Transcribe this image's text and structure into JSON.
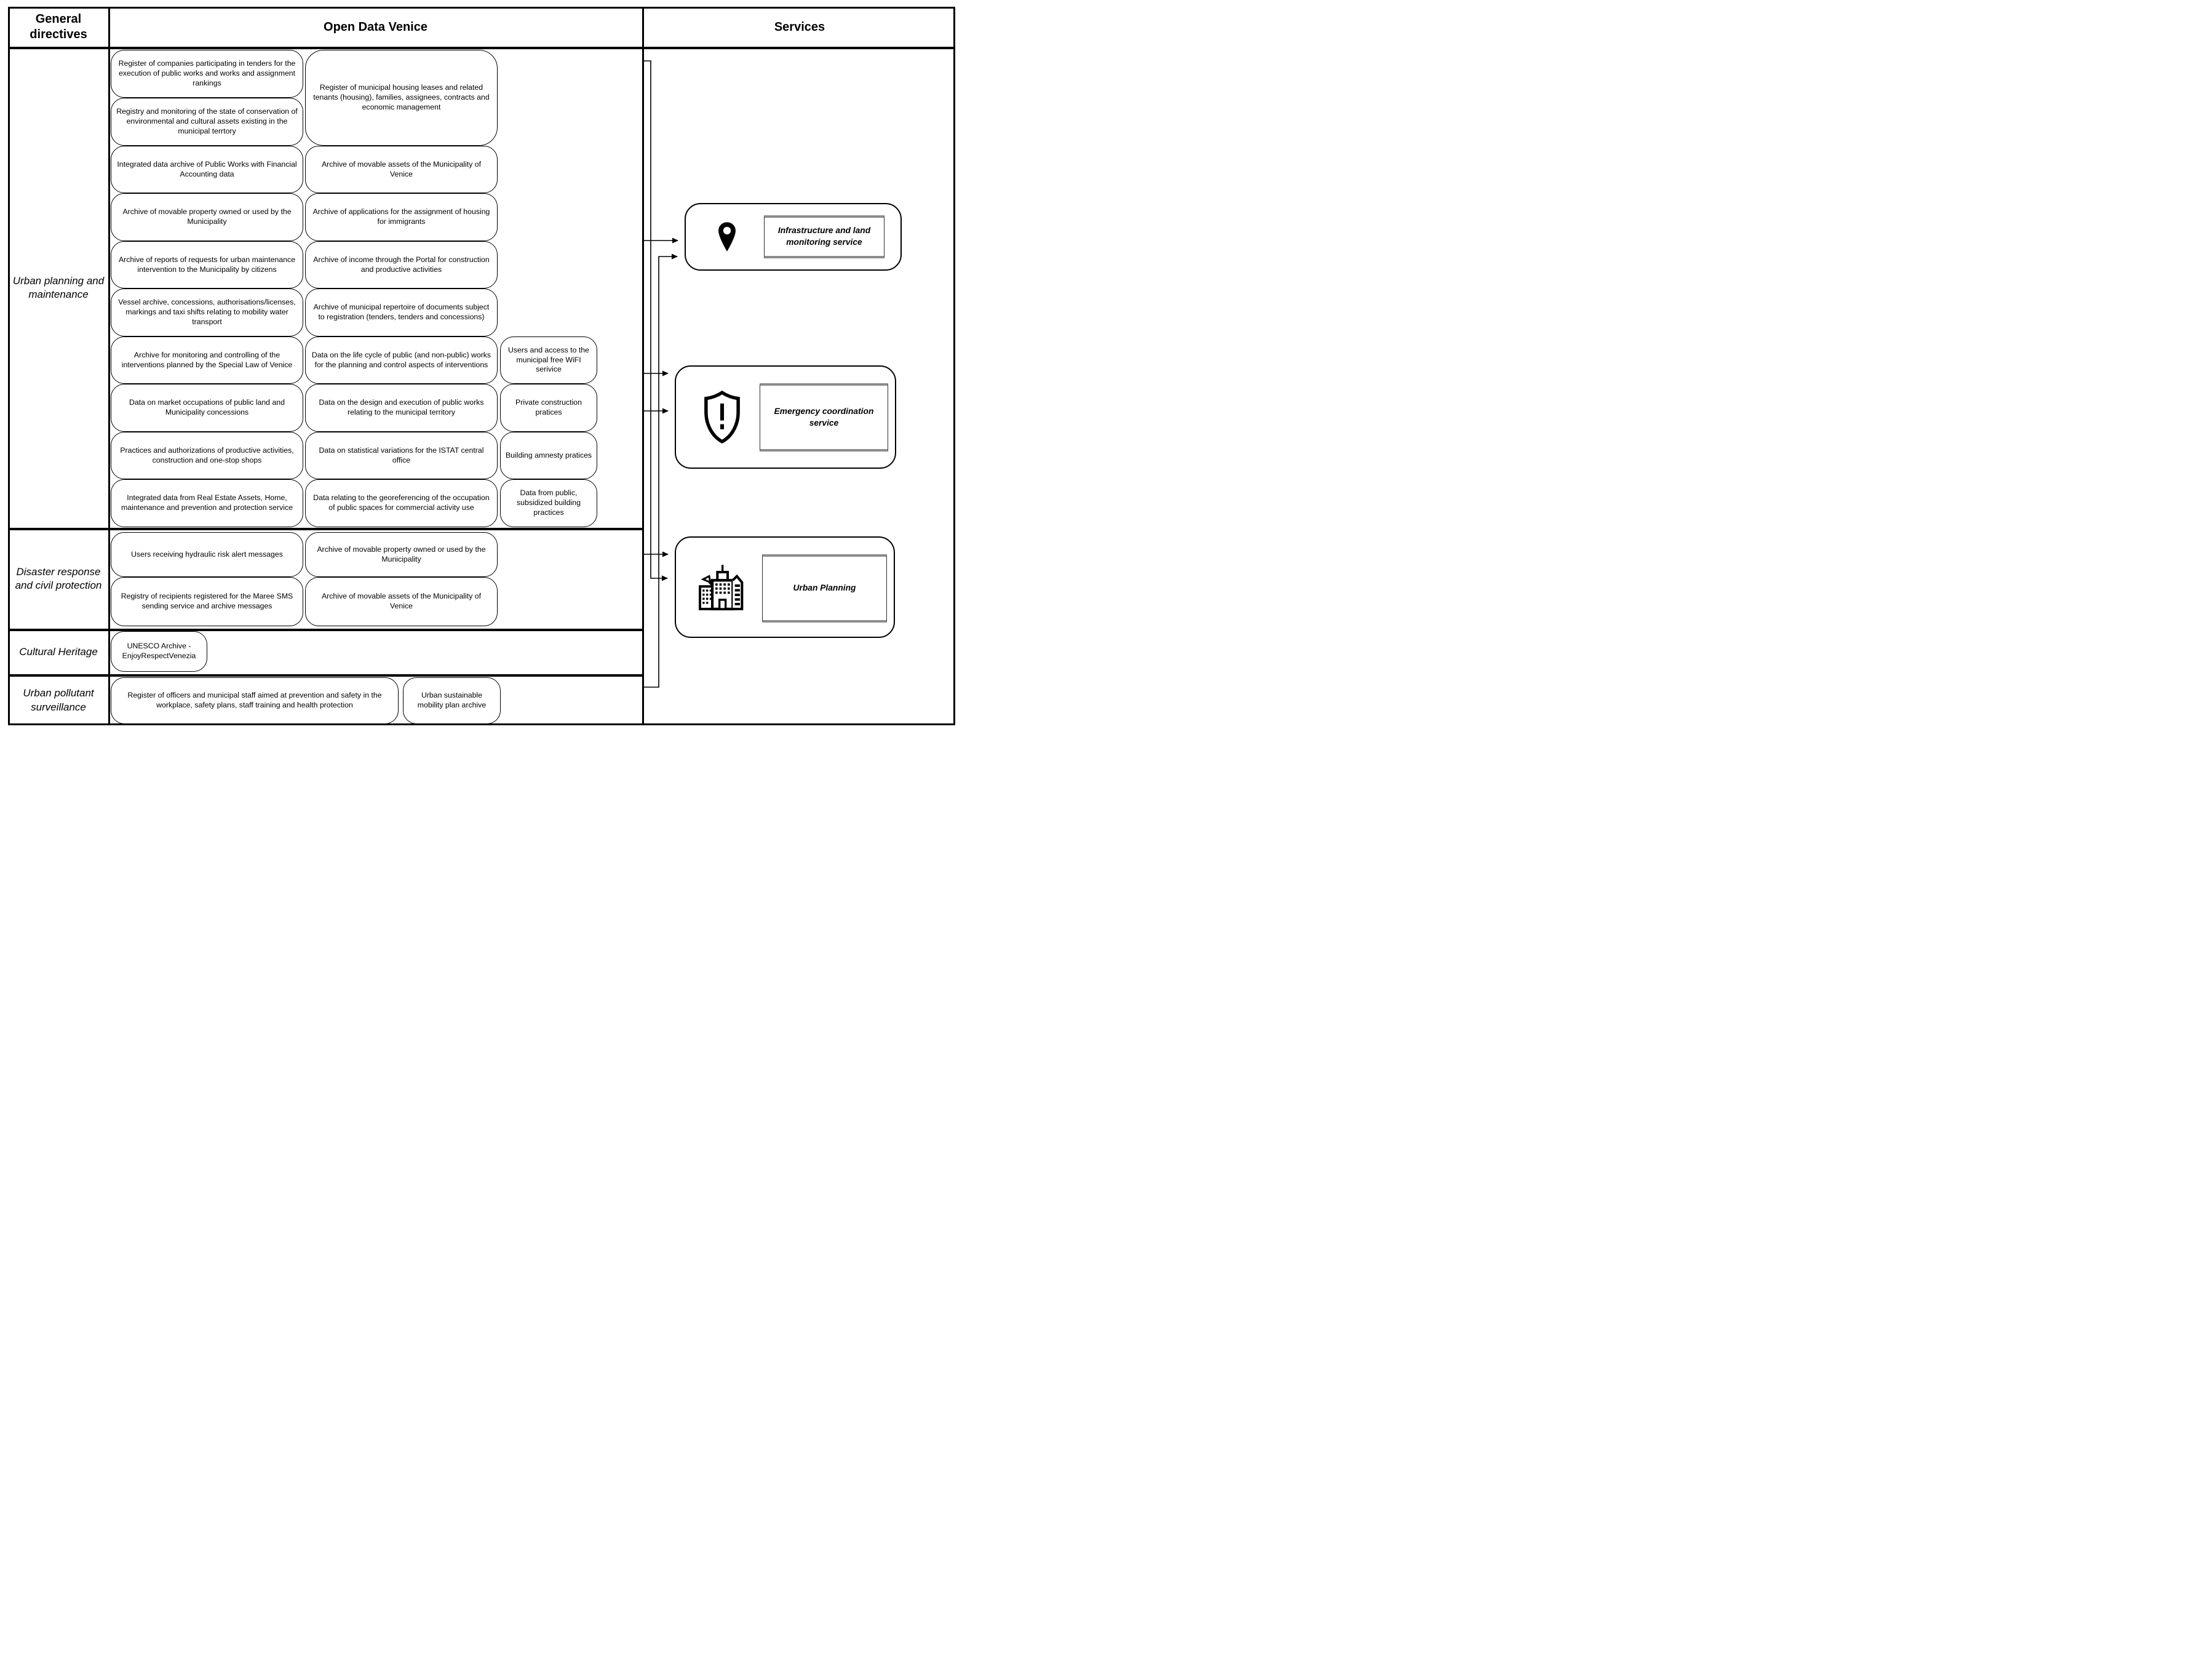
{
  "header": {
    "general_directives": "General directives",
    "open_data_venice": "Open Data Venice",
    "services": "Services"
  },
  "general_directives": {
    "rows": [
      {
        "label": "Urban planning and maintenance"
      },
      {
        "label": "Disaster response and civil protection"
      },
      {
        "label": "Cultural Heritage"
      },
      {
        "label": "Urban pollutant surveillance"
      }
    ]
  },
  "open_data": {
    "row1": {
      "colA": [
        "Register of companies participating in tenders for the execution of public works and works and assignment rankings",
        "Registry and monitoring of the state of conservation of environmental and cultural assets existing in the municipal terrtory",
        "Integrated data archive of Public Works with Financial Accounting data",
        "Archive of movable property owned or used by the Municipality",
        "Archive of reports of requests for urban maintenance intervention to the Municipality by citizens",
        "Vessel archive, concessions, authorisations/licenses, markings and taxi shifts relating to mobility water transport",
        "Archive for monitoring and controlling of the interventions planned by the Special Law of Venice",
        "Data on market occupations of public land and Municipality concessions",
        "Practices and authorizations of productive activities, construction and one-stop shops",
        "Integrated data from Real Estate Assets, Home, maintenance and prevention and protection service"
      ],
      "colB": [
        "Register of municipal housing leases and related tenants (housing), families, assignees, contracts and economic management",
        "Archive of movable assets of the Municipality of Venice",
        "Archive of applications for the assignment of housing for immigrants",
        "Archive of income through the Portal for construction and productive activities",
        "Archive of municipal repertoire of documents subject to registration (tenders, tenders and concessions)",
        "Data on the life cycle of public (and non-public) works for the planning and control aspects of interventions",
        "Data on the design and execution of public works relating to the municipal territory",
        "Data on statistical variations for the ISTAT central office",
        "Data relating to the georeferencing of the occupation of public spaces for commercial activity use"
      ],
      "colC": [
        "Users and access to the municipal free WiFI serivice",
        "Private construction pratices",
        "Building amnesty pratices",
        "Data from public, subsidized building practices"
      ]
    },
    "row2": {
      "colA": [
        "Users receiving hydraulic risk alert messages",
        "Registry of recipients registered for the Maree SMS sending service and archive messages"
      ],
      "colB": [
        "Archive of movable property owned or used by the Municipality",
        "Archive of movable assets of the Municipality of Venice"
      ]
    },
    "row3": {
      "colA": [
        "UNESCO Archive - EnjoyRespectVenezia"
      ]
    },
    "row4": {
      "colA": [
        "Register of officers and municipal staff aimed at prevention and safety in the workplace, safety plans, staff training and health protection",
        "Urban sustainable mobility plan archive"
      ]
    }
  },
  "services": {
    "items": [
      {
        "label": "Infrastructure and land monitoring service",
        "icon": "location-pin-icon"
      },
      {
        "label": "Emergency coordination service",
        "icon": "shield-exclamation-icon"
      },
      {
        "label": "Urban Planning",
        "icon": "city-buildings-icon"
      }
    ]
  },
  "colors": {
    "line": "#000000",
    "background": "#ffffff",
    "plate_accent": "#8c8c8c"
  }
}
